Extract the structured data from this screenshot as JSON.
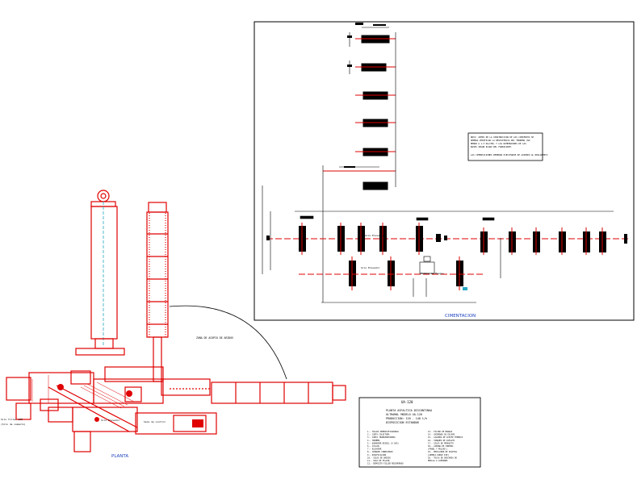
{
  "drawing": {
    "foundation_title": "CIMENTACION",
    "plan_title": "PLANTA",
    "zone_label": "ZONA DE ACOPIO DE ARIDOS",
    "note_lines": [
      "NOTA: ANTES DE LA CONSTRUCCION DE LOS CIMIENTOS SE",
      "DEBERA VERIFICAR LA RESISTENCIA DEL TERRENO (NO",
      "MENOR A 1.5 KG/CM2) Y LAS DIMENSIONES DE LAS",
      "BASES SEGUN PLANO DEL FABRICANTE."
    ],
    "note_footer": "LAS CIMENTACIONES DEBERAN EJECUTARSE DE ACUERDO AL REGLAMENTO",
    "annotations": {
      "silo_elevador": "Silo Elevador",
      "silo_elevador_2": "Silo Elevador",
      "filtro_mangas": "Filtro de Mangas",
      "silo_elevador_plan": "Silo Elevador",
      "sala_control": "Sala de control",
      "plan_left_1": "Silo filler 25M",
      "plan_left_2": "(Silo de cemento)"
    },
    "title_block": {
      "code": "UA-120",
      "title_lines": [
        "PLANTA ASFALTICA DISCONTINUA",
        "ULTRAMAL MODELO UA-120",
        "PRODUCCION: 120 - 140 t/h",
        "DISPOSICION ESTANDAR"
      ],
      "legend_left": [
        "1.- TOLVAS PREDOSIFICADORAS",
        "2.- CINTA COLECTORA",
        "3.- CINTA TRANSPORTADORA",
        "4.- TROMMEL",
        "5.- QUEMADOR DIESEL (O GAS)",
        "6.- CICLON",
        "7.- ELEVADOR",
        "8.- CRIBADO VIBRATORIO",
        "9.- DOSIFICACION",
        "10.- SILOS DE ARIDOS",
        "11.- SILO DE FILLER",
        "12.- DEPOSITO FILLER RECUPERADO"
      ],
      "legend_right": [
        "13.- FILTRO DE MANGAS",
        "14.- CHIMENEA DE ESCAPE",
        "15.- CALDERA DE ACEITE TERMICO",
        "16.- TANQUES DE ASFALTO",
        "17.- SILOS DE PRODUCTO",
        "18.- CABINA DE CONTROL",
        "    (PANEL Y PULSAD.)",
        "19.- MEZCLADOR DE PALETAS",
        "    (GEMELO DOBLE EJE)",
        "20.- TOLVA DE DESCARGA DE",
        "    MEZCLA A CAMIONES"
      ]
    }
  }
}
